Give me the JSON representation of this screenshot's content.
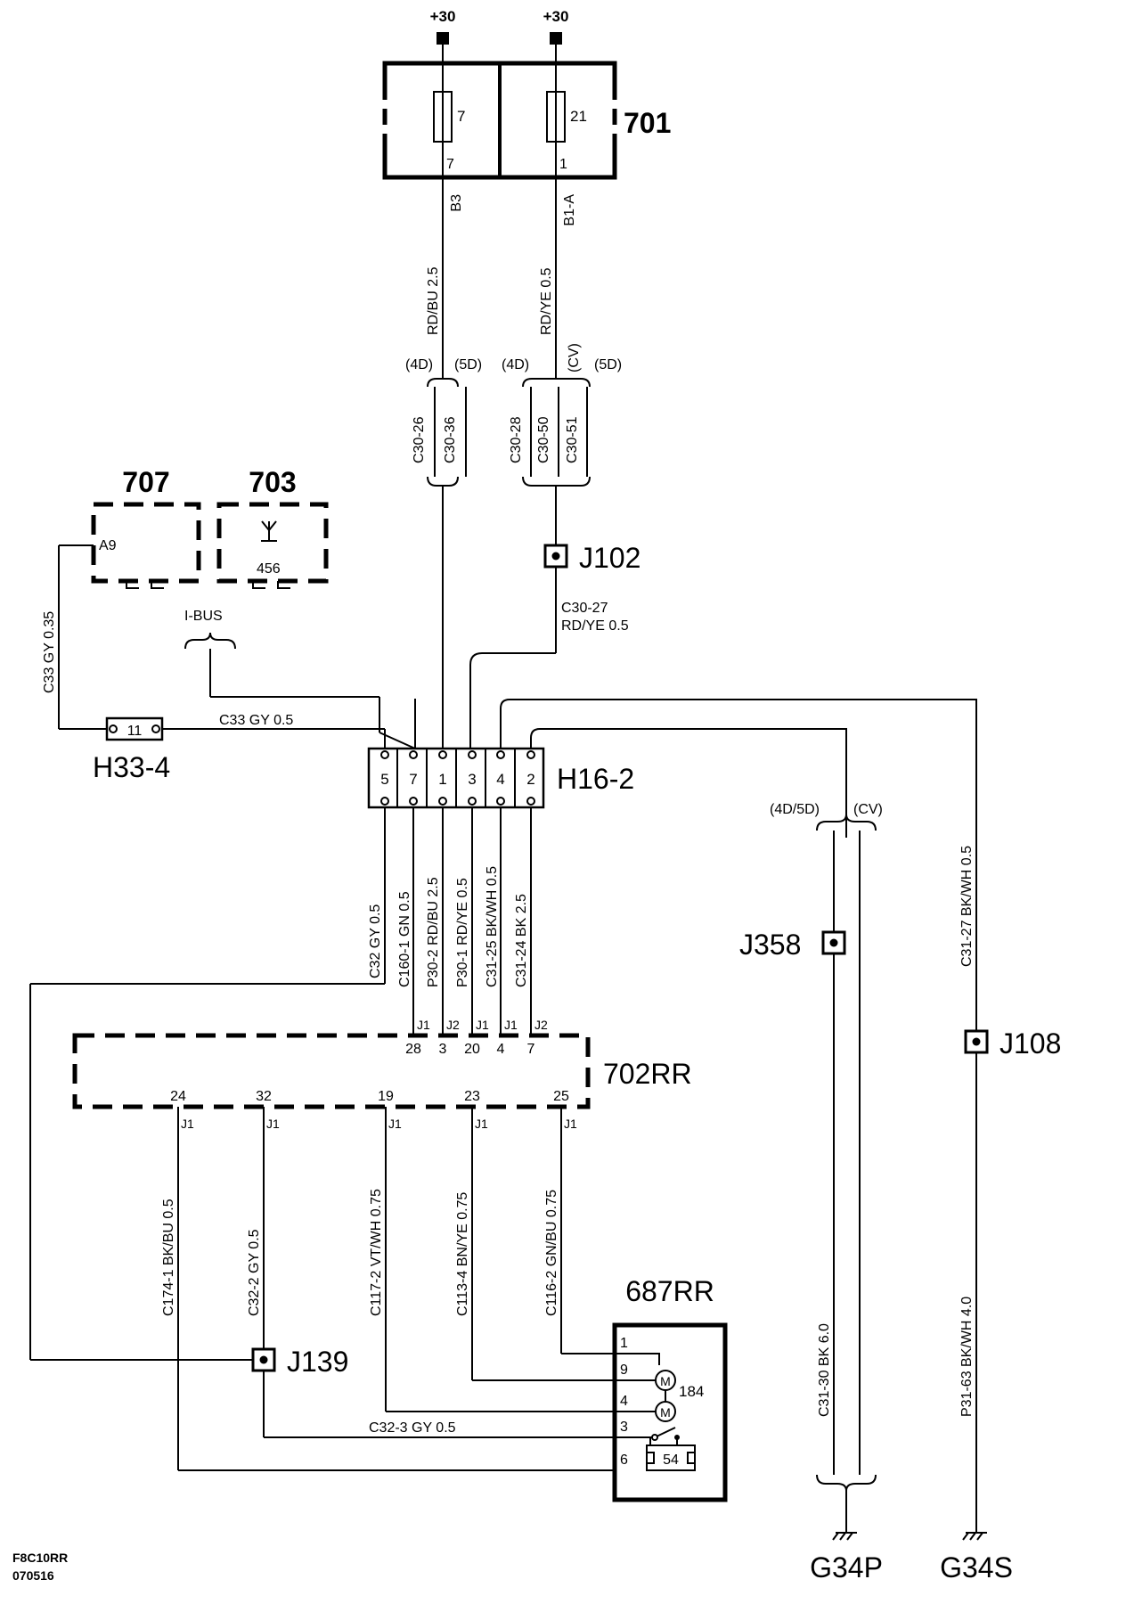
{
  "power": {
    "label_a": "+30",
    "label_b": "+30"
  },
  "fusebox": {
    "id": "701",
    "fuse_a": {
      "num": "7",
      "pin": "7",
      "conn": "B3"
    },
    "fuse_b": {
      "num": "21",
      "pin": "1",
      "conn": "B1-A"
    }
  },
  "wires": {
    "rdbu_top": "RD/BU  2.5",
    "rdye_top": "RD/YE  0.5",
    "c30_27_a": "C30-27",
    "c30_27_b": "RD/YE   0.5",
    "c33_vert": "C33  GY  0.35",
    "c33_horiz": "C33   GY  0.5",
    "c32": "C32  GY  0.5",
    "c160": "C160-1  GN  0.5",
    "p30_2": "P30-2  RD/BU  2.5",
    "p30_1": "P30-1  RD/YE  0.5",
    "c31_25": "C31-25  BK/WH  0.5",
    "c31_24": "C31-24  BK  2.5",
    "c31_27": "C31-27  BK/WH  0.5",
    "c174": "C174-1  BK/BU   0.5",
    "c32_2": "C32-2    GY    0.5",
    "c117": "C117-2   VT/WH   0.75",
    "c113": "C113-4   BN/YE   0.75",
    "c116": "C116-2   GN/BU   0.75",
    "c32_3": "C32-3    GY    0.5",
    "c31_30": "C31-30  BK  6.0",
    "p31_63": "P31-63  BK/WH  4.0"
  },
  "variants": {
    "left_4d": "(4D)",
    "left_5d": "(5D)",
    "right_4d": "(4D)",
    "right_cv": "(CV)",
    "right_5d": "(5D)",
    "ground_4d5d": "(4D/5D)",
    "ground_cv": "(CV)"
  },
  "connectors": {
    "c30_26": "C30-26",
    "c30_36": "C30-36",
    "c30_28": "C30-28",
    "c30_50": "C30-50",
    "c30_51": "C30-51"
  },
  "modules": {
    "m707": {
      "id": "707",
      "pin": "A9"
    },
    "m703": {
      "id": "703",
      "pin": "456"
    },
    "ibus": "I-BUS",
    "h33": {
      "id": "H33-4",
      "pin": "11"
    },
    "h16": {
      "id": "H16-2",
      "pins": [
        "5",
        "7",
        "1",
        "3",
        "4",
        "2"
      ]
    },
    "m702": {
      "id": "702RR",
      "top_pins": [
        "28",
        "3",
        "20",
        "4",
        "7"
      ],
      "top_conns": [
        "J1",
        "J2",
        "J1",
        "J1",
        "J2"
      ],
      "bottom_pins": [
        "24",
        "32",
        "19",
        "23",
        "25"
      ],
      "bottom_conn": "J1"
    },
    "m687": {
      "id": "687RR",
      "pins": [
        "1",
        "9",
        "4",
        "3",
        "6"
      ],
      "motor": "M",
      "motor_id": "184",
      "switch_id": "54"
    }
  },
  "junctions": {
    "j102": "J102",
    "j358": "J358",
    "j108": "J108",
    "j139": "J139"
  },
  "grounds": {
    "g34p": "G34P",
    "g34s": "G34S"
  },
  "footer": {
    "code": "F8C10RR",
    "date": "070516"
  }
}
